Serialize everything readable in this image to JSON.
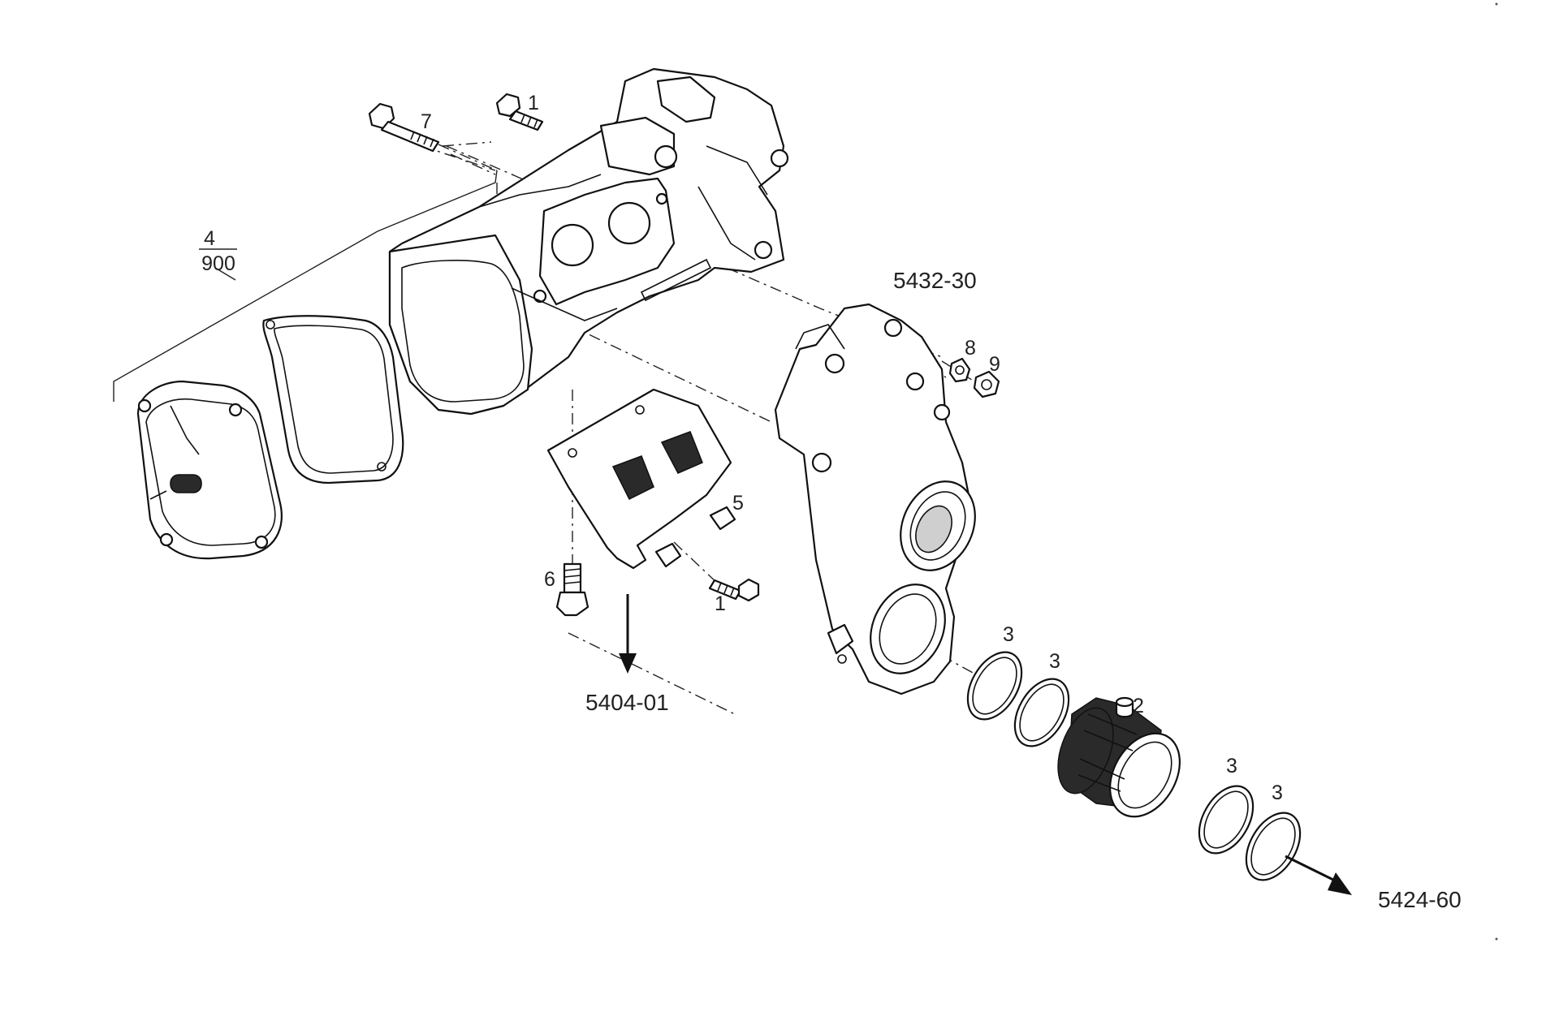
{
  "labels": {
    "bolt_7": "7",
    "bolt_1_top": "1",
    "assembly_num": "4",
    "assembly_den": "900",
    "ref_5432_30": "5432-30",
    "nut_8": "8",
    "nut_9": "9",
    "bracket_5": "5",
    "stud_6": "6",
    "bolt_1_bottom": "1",
    "ref_5404_01": "5404-01",
    "ring_3_a": "3",
    "ring_3_b": "3",
    "sleeve_2": "2",
    "ring_3_c": "3",
    "ring_3_d": "3",
    "ref_5424_60": "5424-60"
  }
}
